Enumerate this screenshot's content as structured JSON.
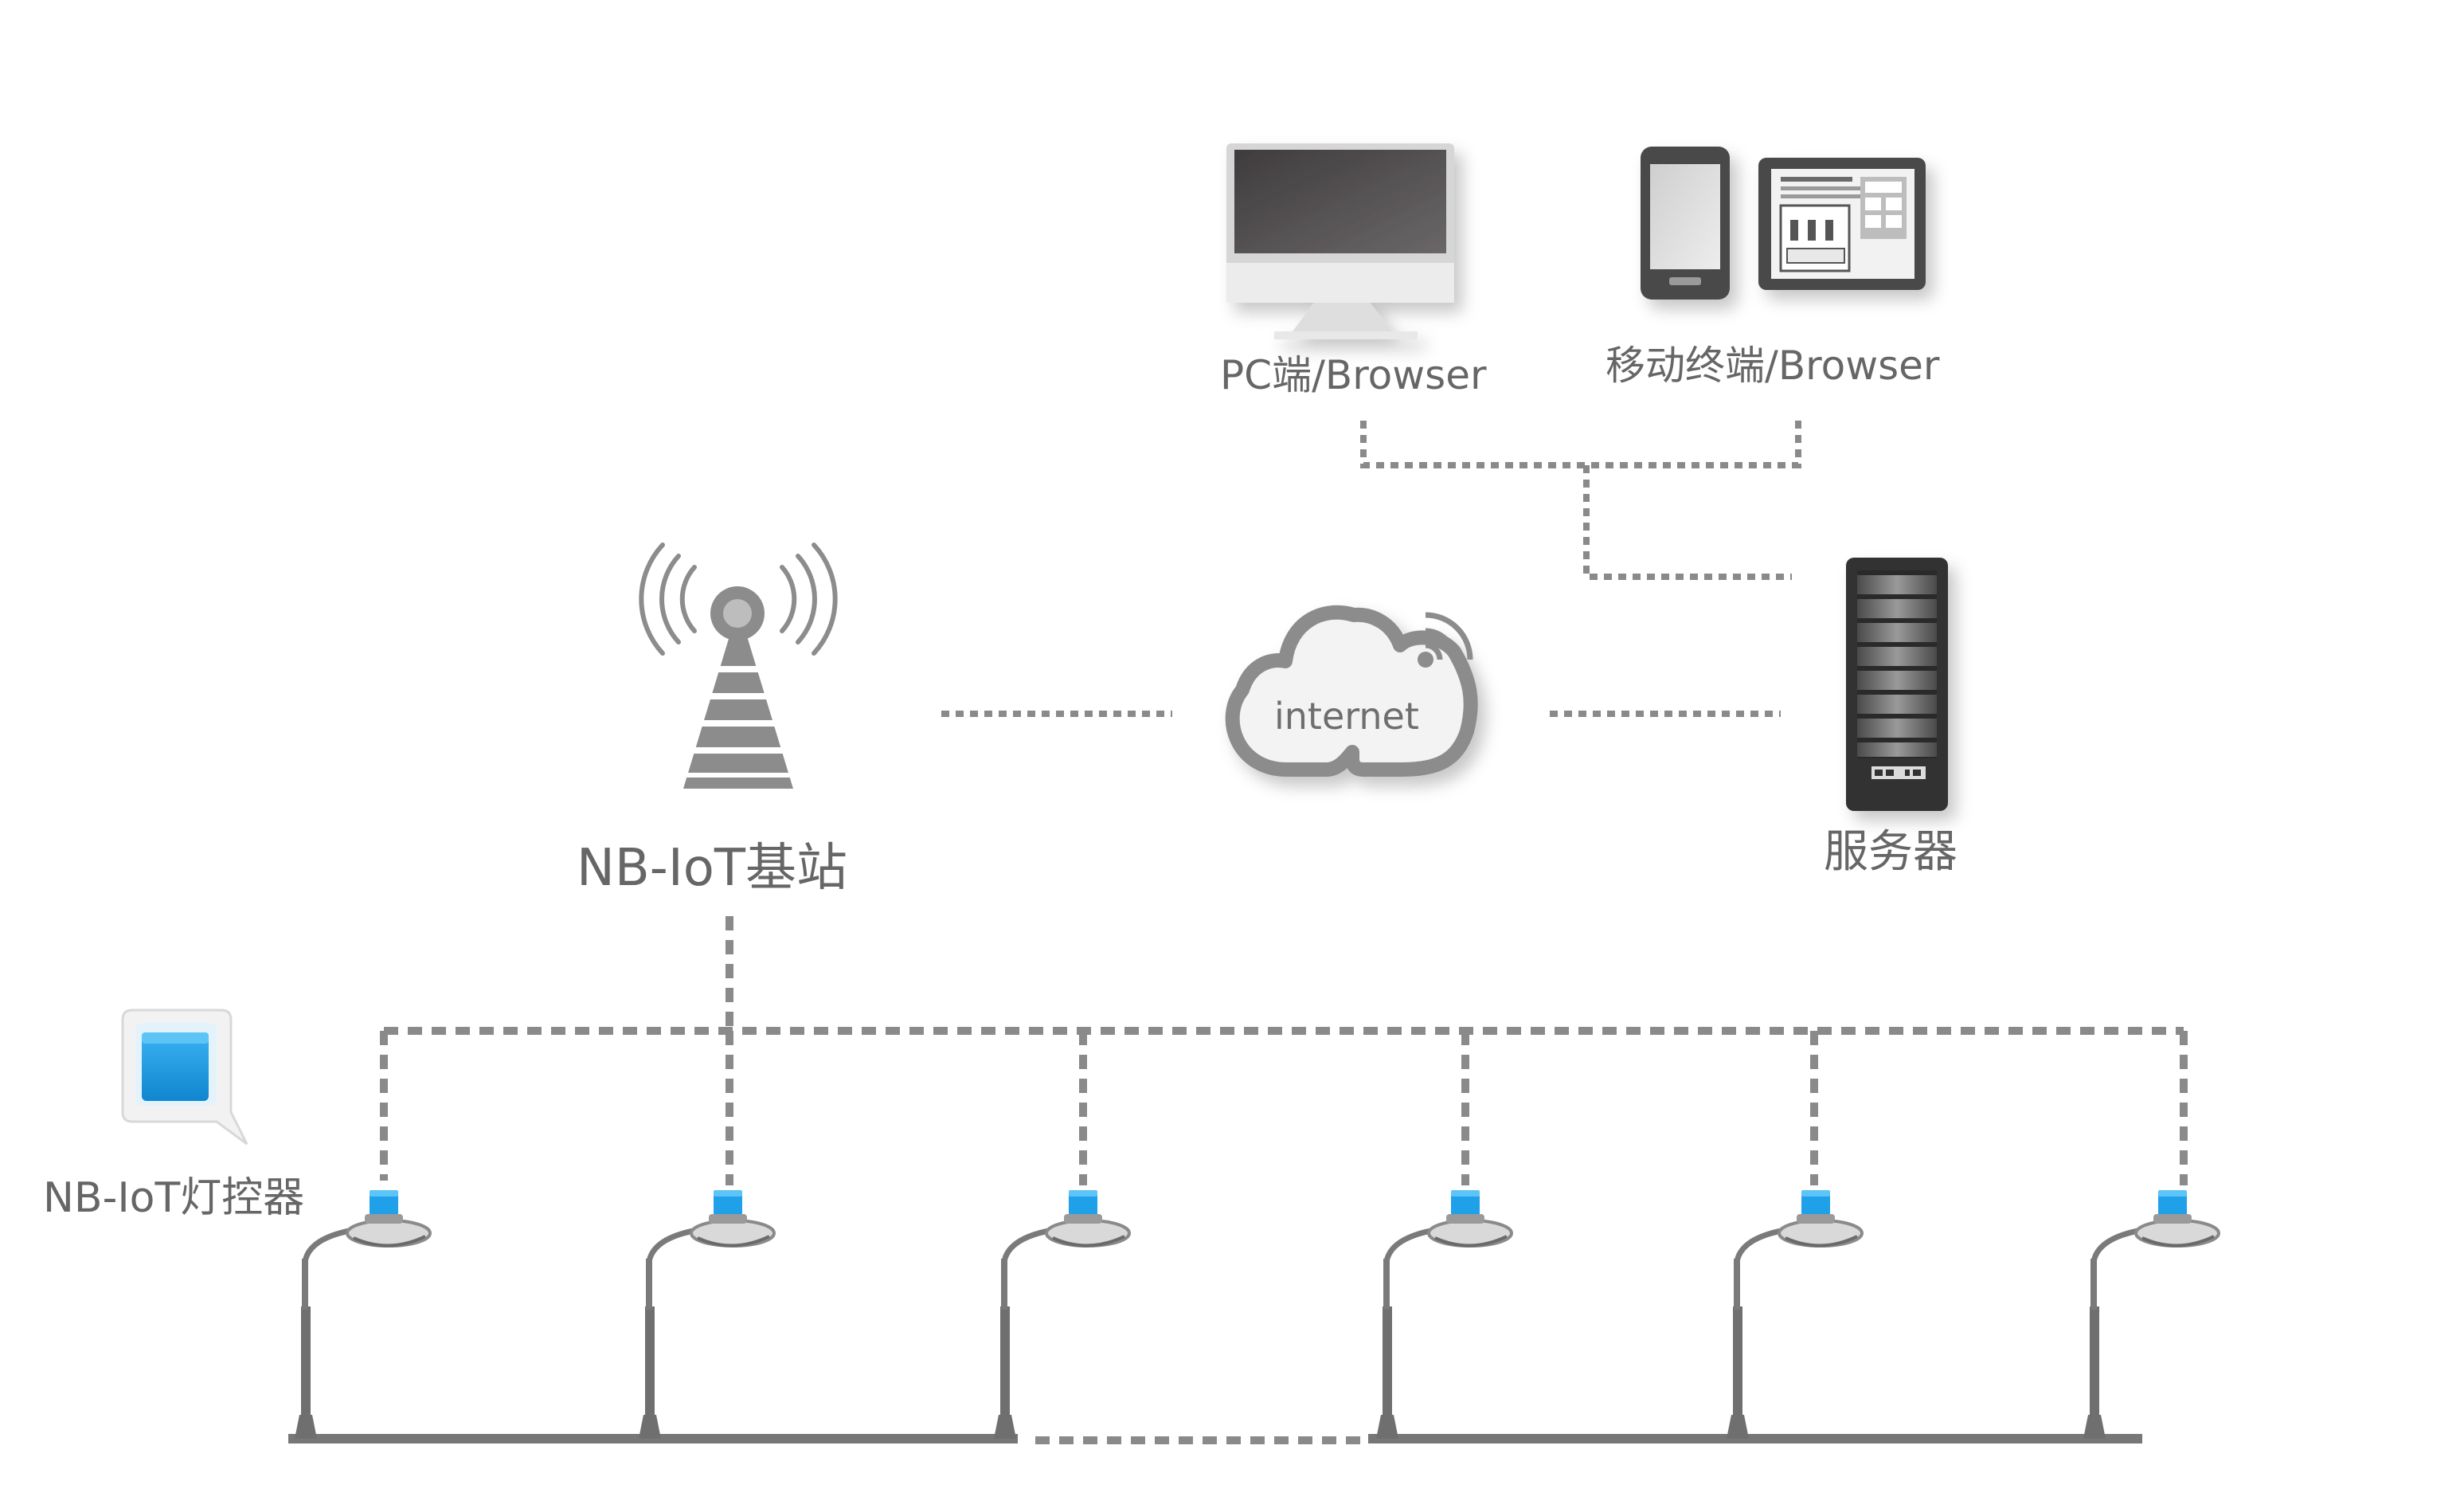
{
  "diagram": {
    "nodes": {
      "pc": {
        "label": "PC端/Browser",
        "icon": "desktop-monitor-icon"
      },
      "mobile": {
        "label": "移动终端/Browser",
        "icon": "phone-tablet-icon"
      },
      "server": {
        "label": "服务器",
        "icon": "server-rack-icon"
      },
      "cloud": {
        "label": "internet",
        "icon": "cloud-wifi-icon"
      },
      "tower": {
        "label": "NB-IoT基站",
        "icon": "cell-tower-icon"
      },
      "controller": {
        "label": "NB-IoT灯控器",
        "icon": "controller-device-icon"
      }
    },
    "street_lamp_count": 6,
    "colors": {
      "text": "#666666",
      "line": "#8a8a8a",
      "icon_gray": "#8c8c8c",
      "accent_blue": "#1fa0e8",
      "screen_dark": "#595657"
    }
  }
}
